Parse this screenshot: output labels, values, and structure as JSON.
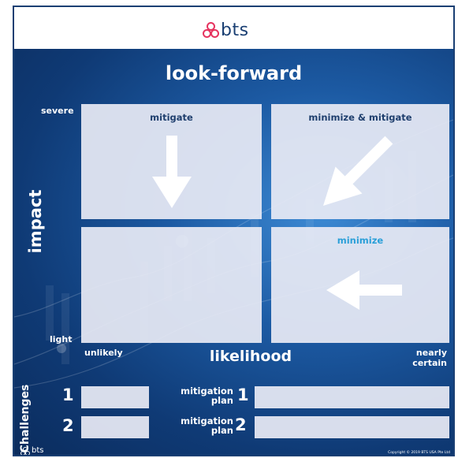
{
  "header": {
    "brand": "bts"
  },
  "poster": {
    "title": "look-forward",
    "quadrants": {
      "top_left": "mitigate",
      "top_right": "minimize & mitigate",
      "bottom_left": "",
      "bottom_right": "minimize"
    },
    "y_axis": {
      "label": "impact",
      "top": "severe",
      "bottom": "light"
    },
    "x_axis": {
      "label": "likelihood",
      "left": "unlikely",
      "right_line1": "nearly",
      "right_line2": "certain"
    },
    "challenges": {
      "label": "Challenges",
      "numbers": [
        "1",
        "2"
      ]
    },
    "mitigation": {
      "line1": "mitigation",
      "line2": "plan",
      "numbers": [
        "1",
        "2"
      ]
    },
    "footer": {
      "brand": "bts",
      "copyright": "Copyright © 2019 BTS USA Pte Ltd"
    }
  },
  "colors": {
    "brand_dots": "#e6335f",
    "brand_text": "#1a3f73",
    "poster_blue": "#1c5aa3",
    "dark_label": "#1f3f6e",
    "light_label": "#2a9fd8",
    "card": "#e7eaf4"
  },
  "icons": {
    "top_left_arrow": "arrow-down-icon",
    "top_right_arrow": "arrow-down-left-icon",
    "bottom_right_arrow": "arrow-left-icon"
  }
}
